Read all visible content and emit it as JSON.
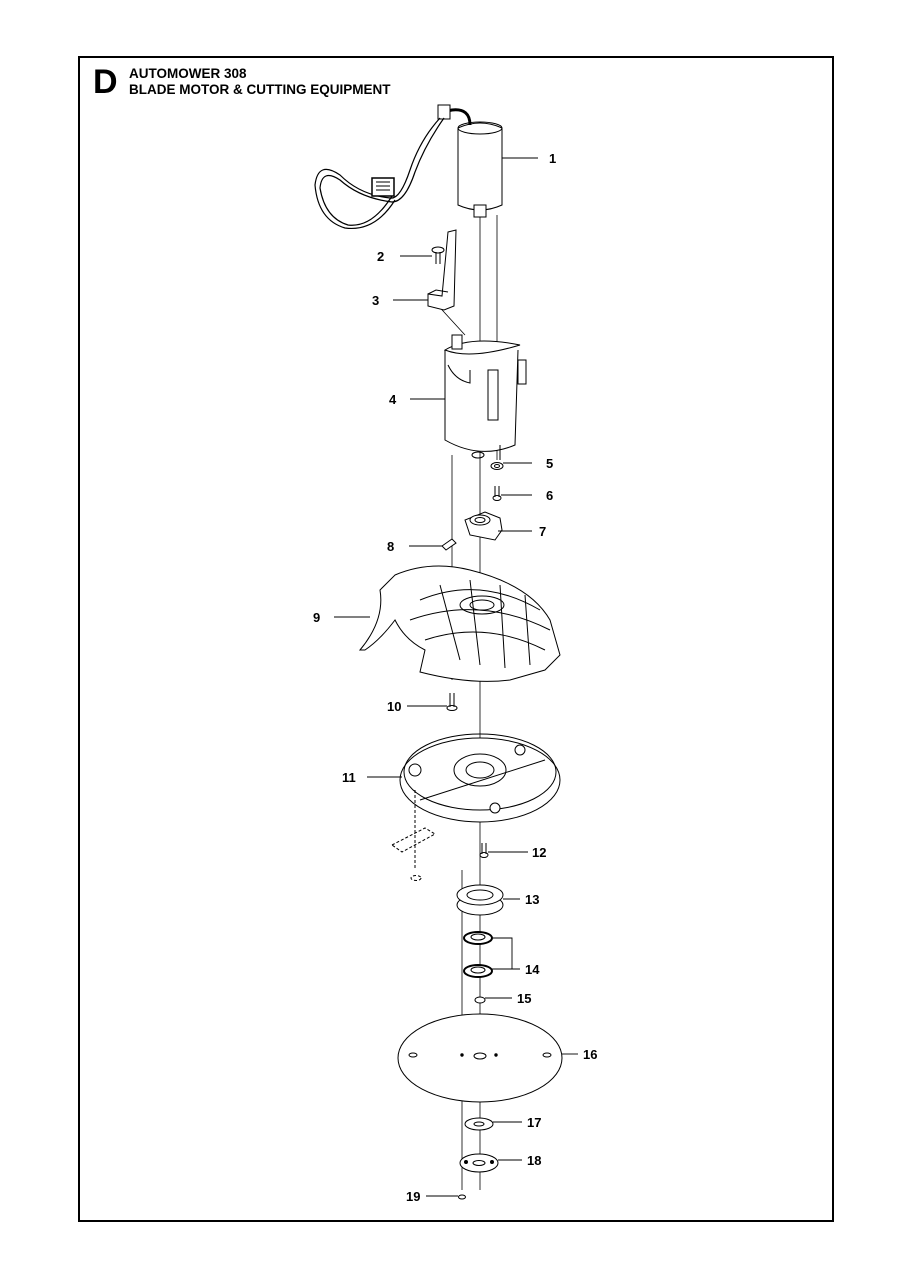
{
  "page": {
    "section_letter": "D",
    "model": "AUTOMOWER 308",
    "section_title": "BLADE MOTOR & CUTTING EQUIPMENT"
  },
  "parts": [
    {
      "ref": "1",
      "icon": "motor-icon"
    },
    {
      "ref": "2",
      "icon": "screw-icon"
    },
    {
      "ref": "3",
      "icon": "bracket-icon"
    },
    {
      "ref": "4",
      "icon": "motor-housing-icon"
    },
    {
      "ref": "5",
      "icon": "washer-icon"
    },
    {
      "ref": "6",
      "icon": "screw-icon"
    },
    {
      "ref": "7",
      "icon": "hub-icon"
    },
    {
      "ref": "8",
      "icon": "set-screw-icon"
    },
    {
      "ref": "9",
      "icon": "guard-icon"
    },
    {
      "ref": "10",
      "icon": "screw-icon"
    },
    {
      "ref": "11",
      "icon": "cover-plate-icon"
    },
    {
      "ref": "12",
      "icon": "screw-icon"
    },
    {
      "ref": "13",
      "icon": "bearing-icon"
    },
    {
      "ref": "14",
      "icon": "bearing-icon"
    },
    {
      "ref": "15",
      "icon": "nut-icon"
    },
    {
      "ref": "16",
      "icon": "blade-disc-icon"
    },
    {
      "ref": "17",
      "icon": "washer-icon"
    },
    {
      "ref": "18",
      "icon": "flange-icon"
    },
    {
      "ref": "19",
      "icon": "screw-icon"
    }
  ]
}
